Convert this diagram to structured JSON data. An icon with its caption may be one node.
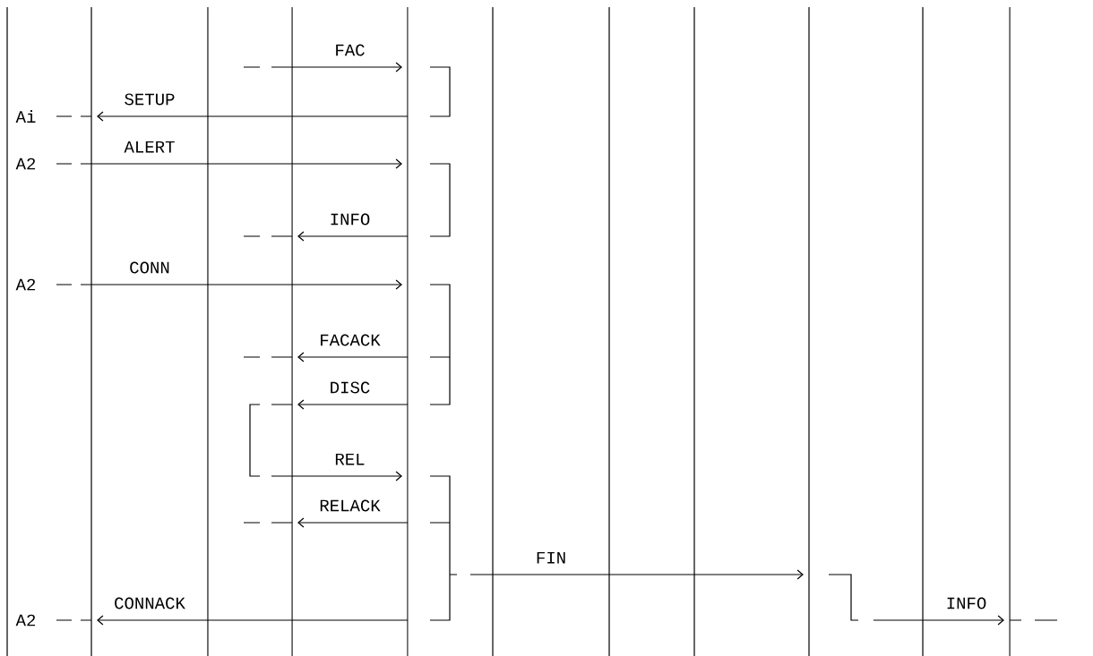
{
  "diagram": {
    "nodes": [
      {
        "text": [],
        "shape": "bar"
      },
      {
        "text": [],
        "shape": "bar"
      },
      {
        "text": [],
        "shape": "bar"
      },
      {
        "text": [],
        "shape": "bar"
      },
      {
        "text": [],
        "shape": "bar"
      },
      {
        "text": [],
        "shape": "bar"
      },
      {
        "text": [],
        "shape": "bar"
      },
      {
        "text": [],
        "shape": "bar"
      },
      {
        "text": [],
        "shape": "bar"
      },
      {
        "text": [],
        "shape": "bar"
      },
      {
        "text": [],
        "shape": "bar"
      }
    ],
    "edges": [
      {
        "from": 3,
        "to": 4,
        "arrow": "to",
        "label": "FAC"
      },
      {
        "from": 4,
        "to": 1,
        "arrow": "to",
        "label": "SETUP"
      },
      {
        "from": 1,
        "to": 4,
        "arrow": "to",
        "label": "ALERT"
      },
      {
        "from": 4,
        "to": 3,
        "arrow": "to",
        "label": "INFO"
      },
      {
        "from": 1,
        "to": 4,
        "arrow": "to",
        "label": "CONN"
      },
      {
        "from": 4,
        "to": 3,
        "arrow": "to",
        "label": "FACACK"
      },
      {
        "from": 4,
        "to": 3,
        "arrow": "to",
        "label": "DISC"
      },
      {
        "from": 3,
        "to": 4,
        "arrow": "to",
        "label": "REL"
      },
      {
        "from": 4,
        "to": 3,
        "arrow": "to",
        "label": "RELACK"
      },
      {
        "from": 5,
        "to": 8,
        "arrow": "to",
        "label": "FIN"
      },
      {
        "from": 4,
        "to": 1,
        "arrow": "to",
        "label": "CONNACK"
      },
      {
        "from": 9,
        "to": 10,
        "arrow": "to",
        "label": "INFO"
      }
    ],
    "labels": [
      "Ai",
      "A2",
      "A2",
      "A2"
    ]
  }
}
